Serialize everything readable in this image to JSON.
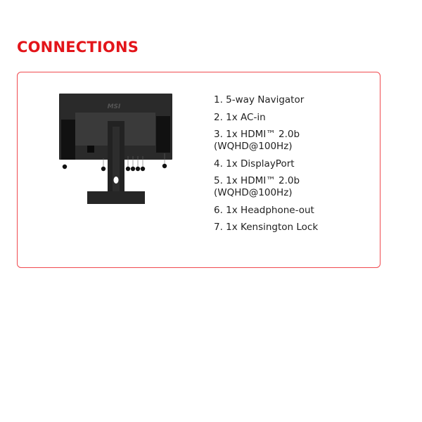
{
  "section_title": "CONNECTIONS",
  "brand_logo": "MSI",
  "connections": [
    {
      "line1": "1. 5-way Navigator",
      "line2": ""
    },
    {
      "line1": "2. 1x AC-in",
      "line2": ""
    },
    {
      "line1": "3. 1x HDMI™ 2.0b",
      "line2": "(WQHD@100Hz)"
    },
    {
      "line1": "4. 1x DisplayPort",
      "line2": ""
    },
    {
      "line1": "5. 1x HDMI™ 2.0b",
      "line2": "(WQHD@100Hz)"
    },
    {
      "line1": "6. 1x Headphone-out",
      "line2": ""
    },
    {
      "line1": "7. 1x Kensington Lock",
      "line2": ""
    }
  ],
  "colors": {
    "accent": "#e3151a",
    "border": "#f04a4f"
  }
}
